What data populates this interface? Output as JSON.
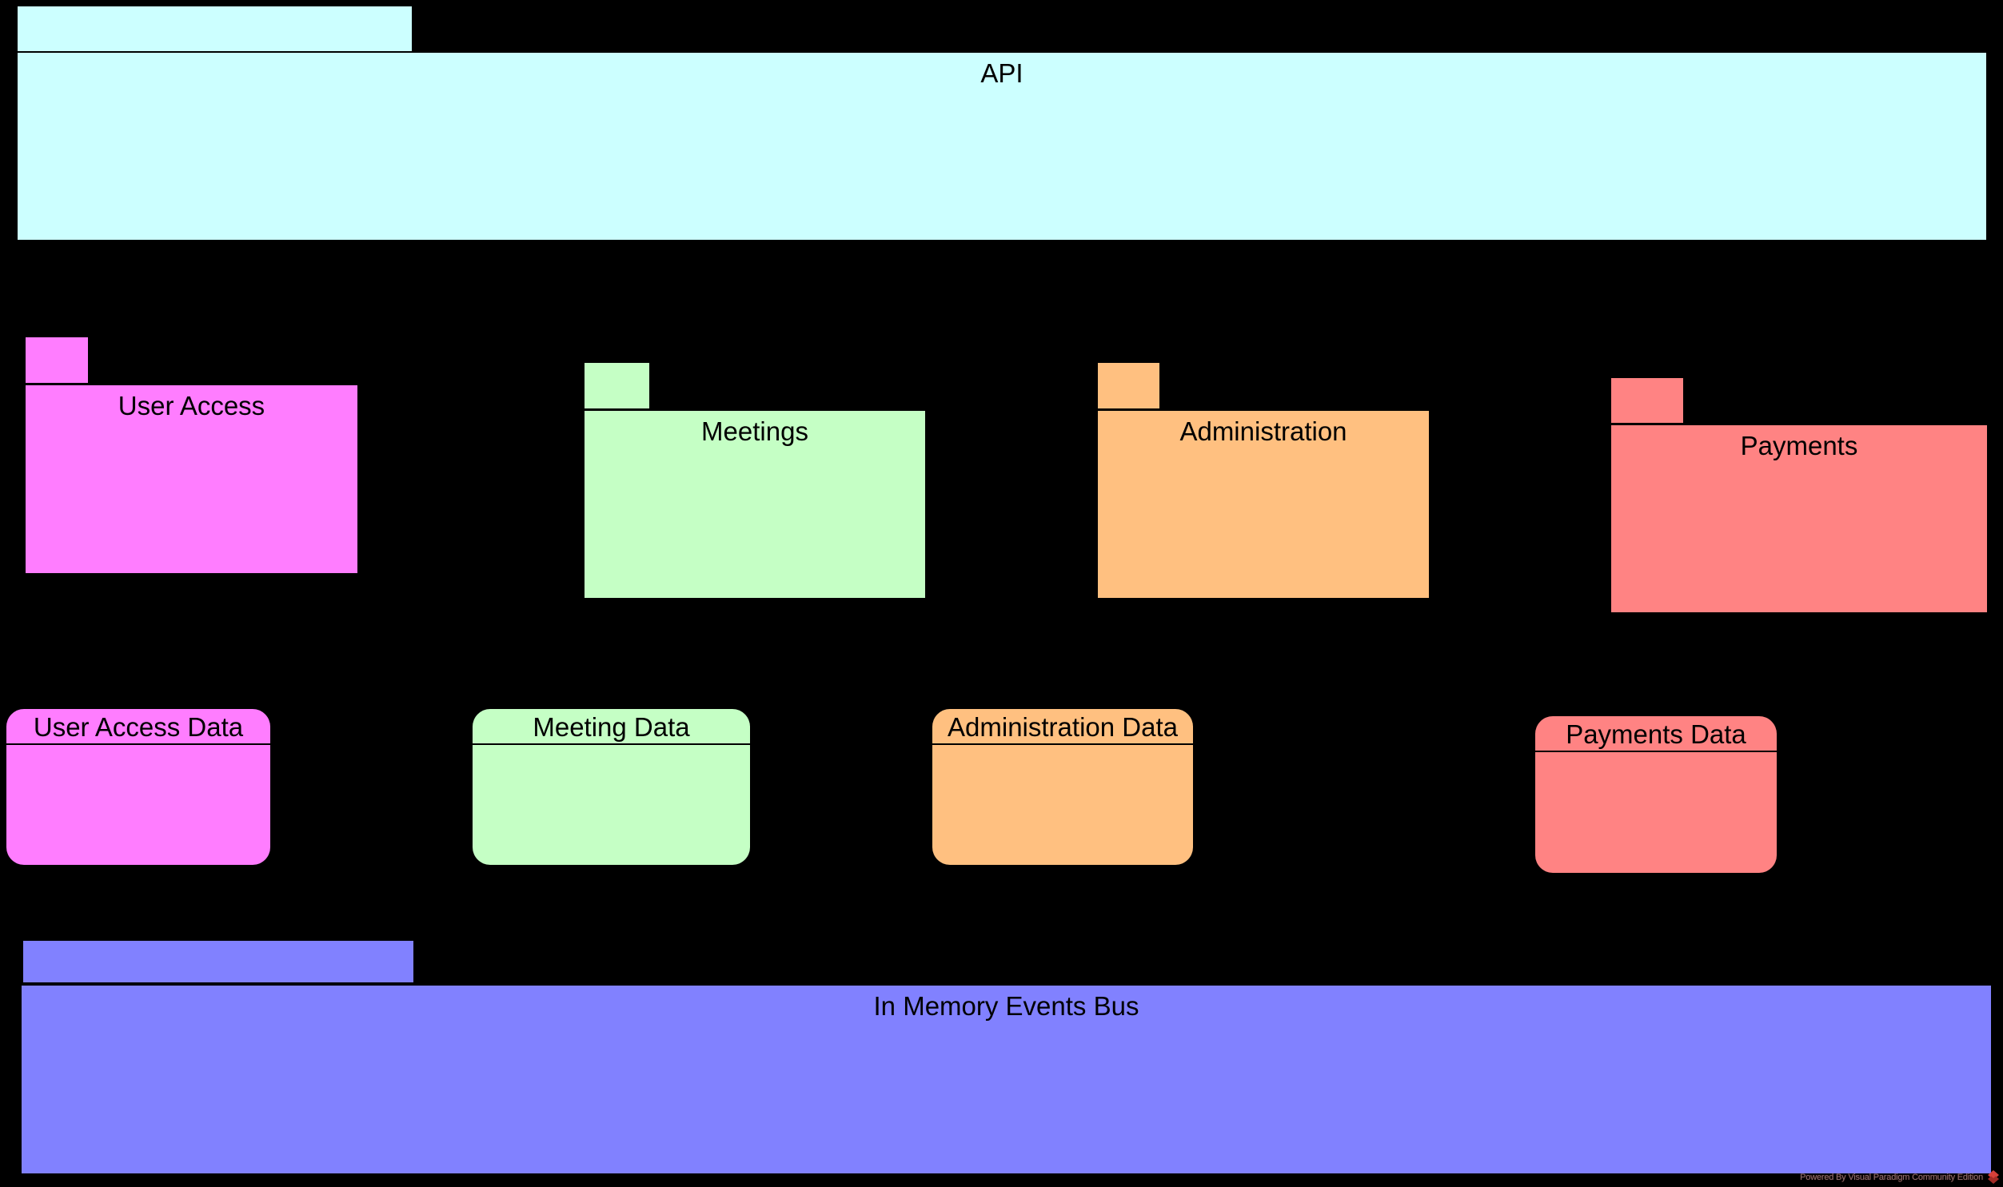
{
  "diagram": {
    "background_color": "#000000",
    "text_color": "#000000",
    "packages": [
      {
        "id": "api",
        "label": "API",
        "color": "#CCFFFF"
      },
      {
        "id": "user-access",
        "label": "User Access",
        "color": "#FF7DFF"
      },
      {
        "id": "meetings",
        "label": "Meetings",
        "color": "#C5FFC5"
      },
      {
        "id": "administration",
        "label": "Administration",
        "color": "#FFC080"
      },
      {
        "id": "payments",
        "label": "Payments",
        "color": "#FF8383"
      },
      {
        "id": "in-memory-events-bus",
        "label": "In Memory Events Bus",
        "color": "#8181FF"
      }
    ],
    "data_stores": [
      {
        "id": "user-access-data",
        "label": "User Access Data",
        "color": "#FF7DFF"
      },
      {
        "id": "meeting-data",
        "label": "Meeting Data",
        "color": "#C5FFC5"
      },
      {
        "id": "administration-data",
        "label": "Administration Data",
        "color": "#FFC080"
      },
      {
        "id": "payments-data",
        "label": "Payments Data",
        "color": "#FF8383"
      }
    ],
    "watermark": {
      "text": "Powered By Visual Paradigm Community Edition",
      "logo": "visual-paradigm-diamond-icon",
      "text_color": "#8a7272",
      "logo_color": "#D6403A",
      "logo_color_dark": "#A32B26"
    }
  }
}
